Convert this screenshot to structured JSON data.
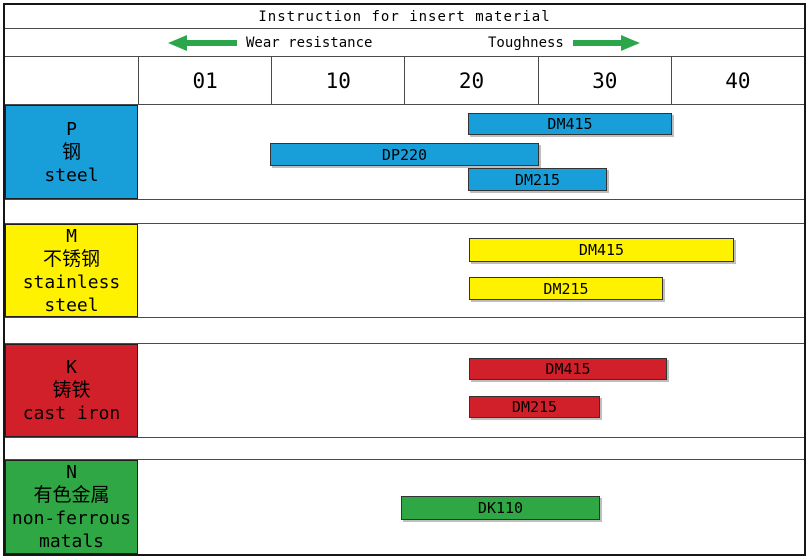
{
  "header": {
    "title": "Instruction for insert material",
    "wear_resistance_label": "Wear resistance",
    "toughness_label": "Toughness"
  },
  "scale_ticks": [
    "01",
    "10",
    "20",
    "30",
    "40"
  ],
  "colors": {
    "blue": "#189ED9",
    "yellow": "#FFF200",
    "red": "#D1202A",
    "green": "#2FA745",
    "arrow_green": "#2CA64A",
    "grid_line": "#4a4a4a",
    "outer_border": "#161616"
  },
  "chart_data": {
    "type": "bar",
    "orientation": "horizontal-range",
    "title": "Instruction for insert material",
    "x_ticks": [
      "01",
      "10",
      "20",
      "30",
      "40"
    ],
    "annotations": {
      "left_of_scale": "Wear resistance",
      "left_arrow_direction": "left",
      "right_of_scale": "Toughness",
      "right_arrow_direction": "right"
    },
    "legend_position": "none",
    "grid": "header-row-only",
    "groups": [
      {
        "code": "P",
        "material_cn": "钢",
        "material_en_lines": [
          "steel"
        ],
        "color": "#189ED9",
        "bars": [
          {
            "grade": "DM415",
            "range": [
              20,
              35
            ],
            "px": [
              463,
              204,
              8,
              22
            ]
          },
          {
            "grade": "DP220",
            "range": [
              5,
              25
            ],
            "px": [
              265,
              269,
              38,
              23
            ]
          },
          {
            "grade": "DM215",
            "range": [
              20,
              30
            ],
            "px": [
              463,
              139,
              63,
              23
            ]
          }
        ]
      },
      {
        "code": "M",
        "material_cn": "不锈钢",
        "material_en_lines": [
          "stainless",
          "steel"
        ],
        "color": "#FFF200",
        "bars": [
          {
            "grade": "DM415",
            "range": [
              20,
              40
            ],
            "px": [
              464,
              265,
              14,
              24
            ]
          },
          {
            "grade": "DM215",
            "range": [
              20,
              34
            ],
            "px": [
              464,
              194,
              53,
              23
            ]
          }
        ]
      },
      {
        "code": "K",
        "material_cn": "铸铁",
        "material_en_lines": [
          "cast iron"
        ],
        "color": "#D1202A",
        "bars": [
          {
            "grade": "DM415",
            "range": [
              20,
              34
            ],
            "px": [
              464,
              198,
              14,
              22
            ]
          },
          {
            "grade": "DM215",
            "range": [
              20,
              30
            ],
            "px": [
              464,
              131,
              52,
              22
            ]
          }
        ]
      },
      {
        "code": "N",
        "material_cn": "有色金属",
        "material_en_lines": [
          "non-ferrous",
          "matals"
        ],
        "color": "#2FA745",
        "bars": [
          {
            "grade": "DK110",
            "range": [
              15,
              30
            ],
            "px": [
              396,
              199,
              36,
              24
            ]
          }
        ]
      }
    ]
  }
}
